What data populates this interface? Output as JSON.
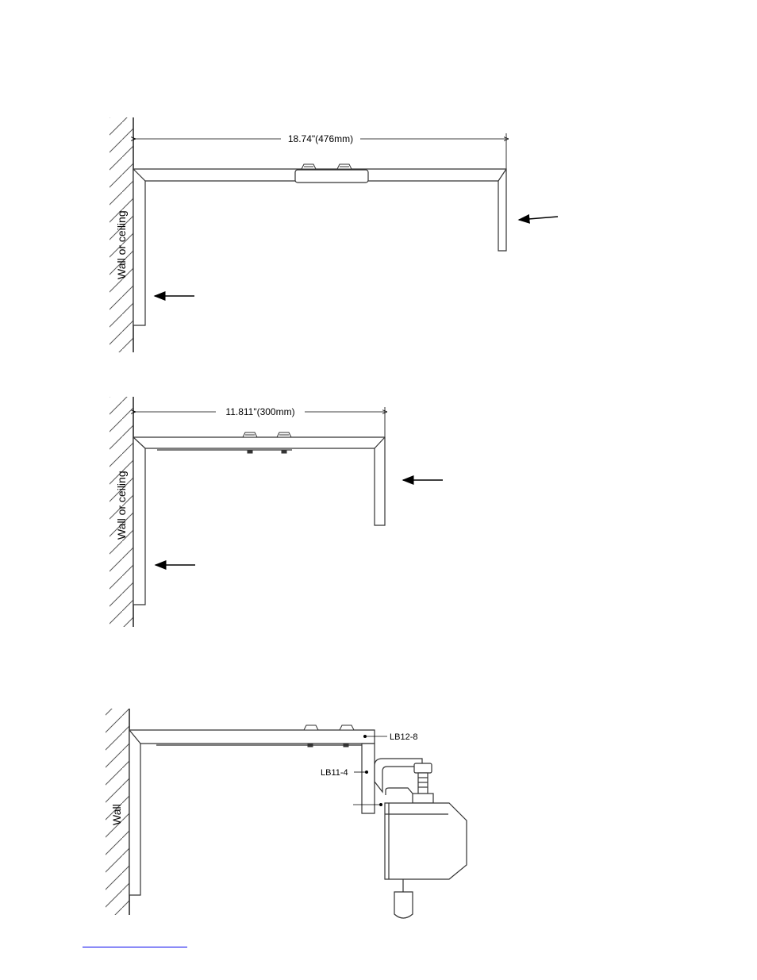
{
  "figures": [
    {
      "id": "bracket-long",
      "dimension_label": "18.74\"(476mm)",
      "wall_label": "Wall or ceiling"
    },
    {
      "id": "bracket-short",
      "dimension_label": "11.811\"(300mm)",
      "wall_label": "Wall or ceiling"
    },
    {
      "id": "bracket-assembly",
      "wall_label": "Wall",
      "callouts": [
        "LB12-8",
        "LB11-4"
      ]
    }
  ],
  "colors": {
    "line": "#333333",
    "hatch": "#555555",
    "link": "#0000ee"
  }
}
